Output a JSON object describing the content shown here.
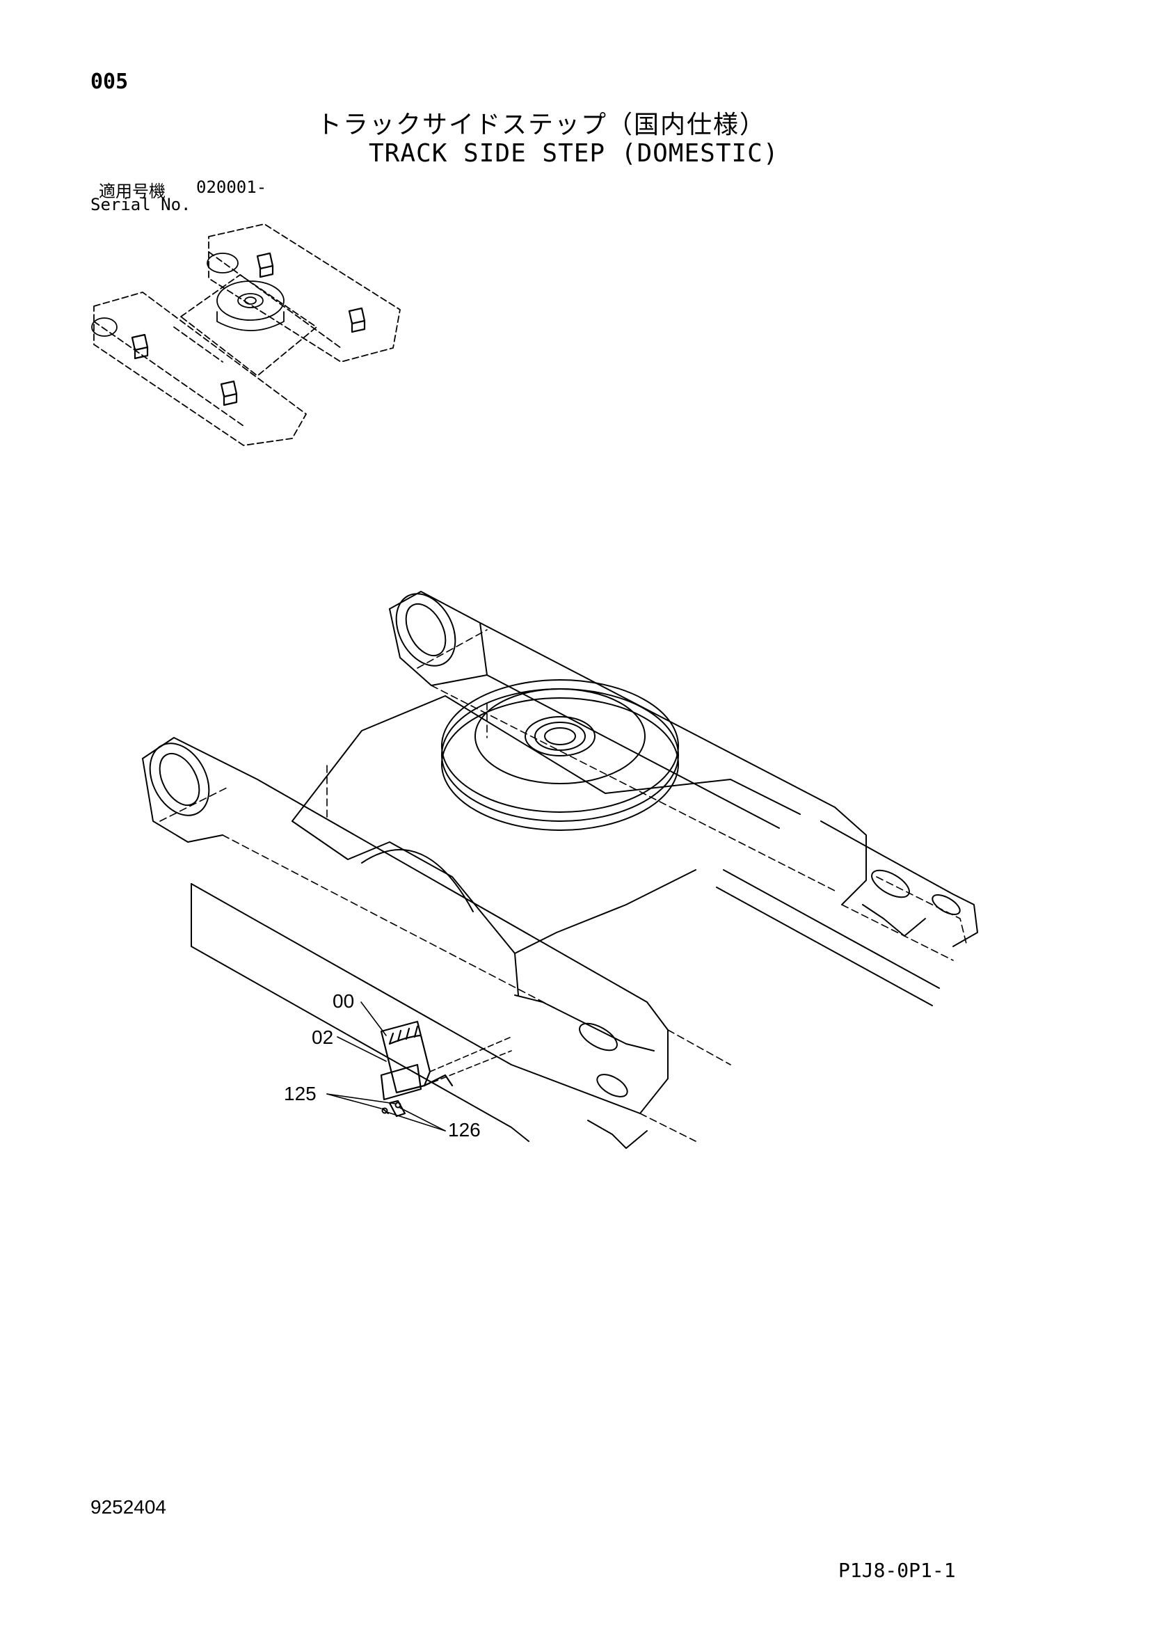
{
  "page": {
    "number": "005",
    "title_jp": "トラックサイドステップ（国内仕様）",
    "title_en": "TRACK SIDE STEP (DOMESTIC)",
    "serial_label_jp": "適用号機",
    "serial_value": "020001-",
    "serial_label_en": "Serial No.",
    "document_number": "9252404",
    "page_code": "P1J8-0P1-1"
  },
  "callouts": [
    "00",
    "02",
    "125",
    "126"
  ]
}
